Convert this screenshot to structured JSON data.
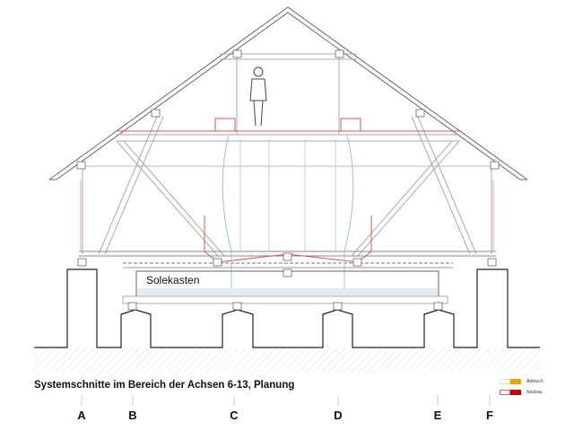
{
  "title": "Systemschnitte im Bereich der Achsen 6-13, Planung",
  "room_label": "Solekasten",
  "axes": [
    "A",
    "B",
    "C",
    "D",
    "E",
    "F"
  ],
  "legend": [
    {
      "label": "Abbruch",
      "outline": "#f3e3a8",
      "fill": "#e0a800"
    },
    {
      "label": "Neubau",
      "outline": "#e06060",
      "fill": "#c00000"
    }
  ],
  "colors": {
    "line": "#555555",
    "light": "#bbbbbb",
    "red": "#e05050",
    "blue": "#8fb8e0"
  }
}
